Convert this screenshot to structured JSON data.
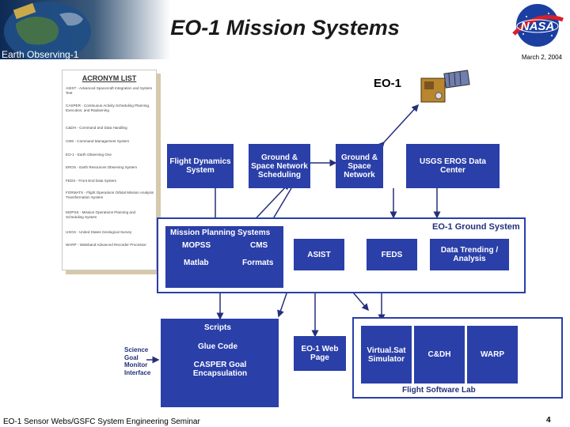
{
  "header": {
    "title": "EO-1 Mission Systems",
    "left_label": "Earth Observing-1",
    "date": "March 2, 2004",
    "logo_text": "NASA"
  },
  "acronyms": {
    "title": "ACRONYM LIST",
    "items": [
      "ASIST - Advanced Spacecraft Integration and System Test",
      "CASPER - Continuous Activity Scheduling Planning, Execution, and Replanning",
      "C&DH - Command and Data Handling",
      "CMS - Command Management System",
      "EO-1 - Earth Observing One",
      "EROS - Earth Resources Observing System",
      "FEDS - Front End Data System",
      "FORMATS - Flight Operations Orbital Mission Analysis Transformation System",
      "MOPSS - Mission Operations Planning and Scheduling System",
      "USGS - United States Geological Survey",
      "WARP - Wideband Advanced Recorder Processor"
    ]
  },
  "diagram": {
    "eo1_label": "EO-1",
    "flight_dynamics": "Flight Dynamics System",
    "gsn_scheduling": "Ground & Space Network Scheduling",
    "gsn": "Ground & Space Network",
    "usgs": "USGS EROS Data Center",
    "ground_system": "EO-1 Ground System",
    "mission_planning": "Mission Planning Systems",
    "mopss": "MOPSS",
    "cms": "CMS",
    "matlab": "Matlab",
    "formats": "Formats",
    "asist": "ASIST",
    "feds": "FEDS",
    "data_trending": "Data Trending / Analysis",
    "scripts": "Scripts",
    "glue_code": "Glue Code",
    "casper": "CASPER Goal Encapsulation",
    "science_goal": "Science Goal Monitor Interface",
    "web_page": "EO-1 Web Page",
    "virtualsat": "Virtual.Sat Simulator",
    "cdh": "C&DH",
    "warp": "WARP",
    "fsw_lab": "Flight Software Lab"
  },
  "footer": {
    "seminar": "EO-1 Sensor Webs/GSFC System Engineering Seminar",
    "page": "4"
  },
  "colors": {
    "box_blue": "#2a3fa8",
    "label_navy": "#24307a"
  }
}
